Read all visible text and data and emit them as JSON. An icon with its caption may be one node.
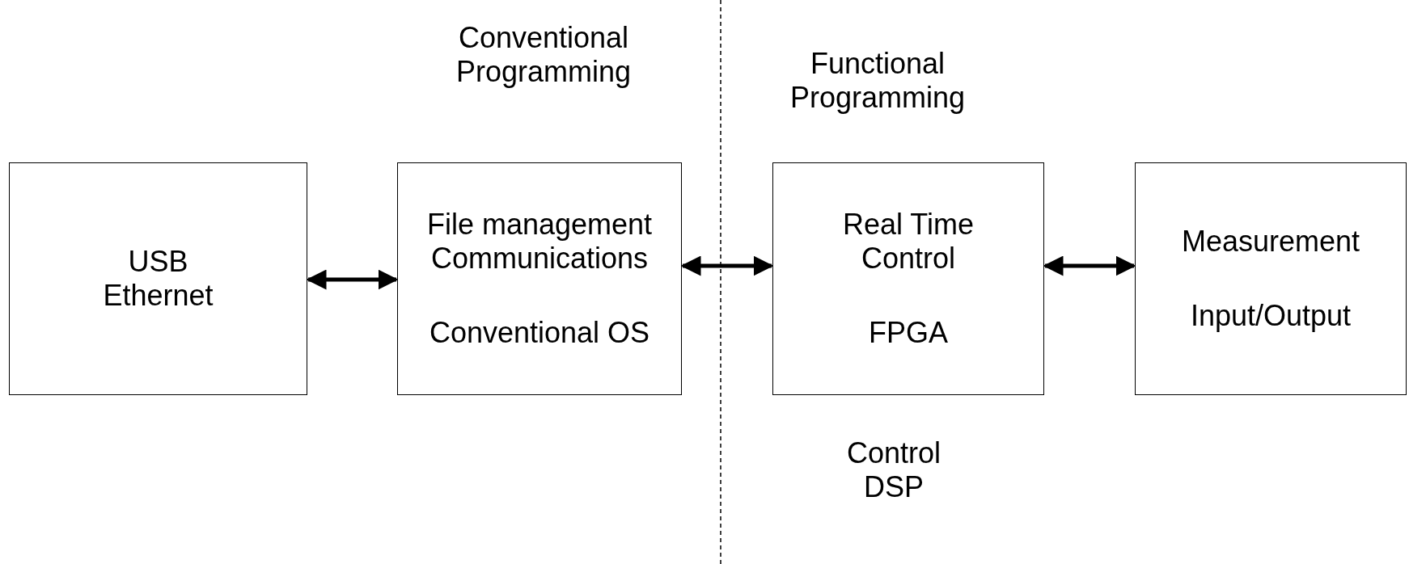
{
  "diagram": {
    "nodes": [
      {
        "text": [
          "USB Ethernet"
        ]
      },
      {
        "text": [
          "File management Communications",
          "Conventional OS"
        ]
      },
      {
        "text": [
          "Real Time Control",
          "FPGA"
        ]
      },
      {
        "text": [
          "Measurement",
          "Input/Output"
        ]
      }
    ],
    "edges": [
      {
        "from": 0,
        "to": 1,
        "arrow": "both"
      },
      {
        "from": 1,
        "to": 2,
        "arrow": "both"
      },
      {
        "from": 2,
        "to": 3,
        "arrow": "both"
      }
    ],
    "labels": [
      "Conventional Programming",
      "Functional Programming",
      "Control DSP"
    ]
  }
}
